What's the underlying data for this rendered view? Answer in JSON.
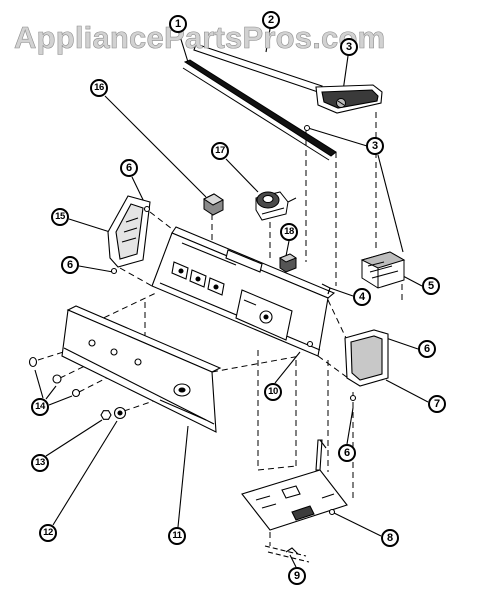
{
  "watermark": "AppliancePartsPros.com",
  "callouts": [
    "1",
    "2",
    "3",
    "16",
    "17",
    "3",
    "6",
    "15",
    "18",
    "6",
    "5",
    "4",
    "6",
    "10",
    "14",
    "7",
    "6",
    "13",
    "8",
    "12",
    "11",
    "9"
  ]
}
